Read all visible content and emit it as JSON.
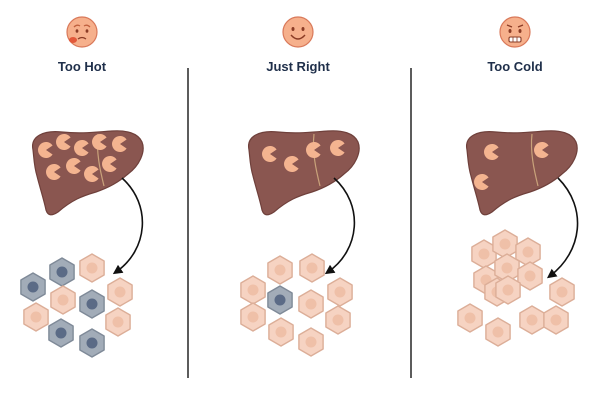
{
  "panels": [
    {
      "id": "too-hot",
      "title": "Too Hot",
      "face": "hot-face-icon"
    },
    {
      "id": "just-right",
      "title": "Just Right",
      "face": "smiley-face-icon"
    },
    {
      "id": "too-cold",
      "title": "Too Cold",
      "face": "cold-face-icon"
    }
  ],
  "colors": {
    "background": "#ffffff",
    "title_text": "#1f2f4a",
    "liver_fill": "#8a5650",
    "liver_outline": "#6f403b",
    "pacman_fill": "#f4b490",
    "face_fill": "#f6b08c",
    "face_stroke": "#d9795a",
    "healthy_cell_fill": "#f6d3c2",
    "healthy_cell_stroke": "#dcae98",
    "healthy_nucleus": "#efc0a8",
    "damaged_cell_fill": "#a2acb8",
    "damaged_cell_stroke": "#7f8a98",
    "damaged_nucleus": "#5b6b86",
    "divider": "#333333",
    "arrow": "#111111"
  }
}
